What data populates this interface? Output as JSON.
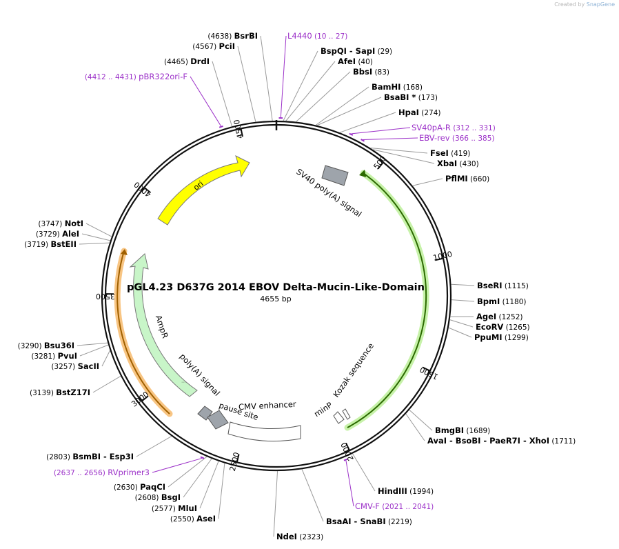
{
  "branding": {
    "created_by": "Created by",
    "app": "SnapGene"
  },
  "plasmid": {
    "name": "pGL4.23 D637G 2014 EBOV Delta-Mucin-Like-Domain",
    "length_label": "4655 bp",
    "length": 4655
  },
  "ruler_labels": [
    {
      "pos": 500,
      "text": "500"
    },
    {
      "pos": 1000,
      "text": "1000"
    },
    {
      "pos": 1500,
      "text": "1500"
    },
    {
      "pos": 2000,
      "text": "2000"
    },
    {
      "pos": 2500,
      "text": "2500"
    },
    {
      "pos": 3000,
      "text": "3000"
    },
    {
      "pos": 3500,
      "text": "3500"
    },
    {
      "pos": 4000,
      "text": "4000"
    },
    {
      "pos": 4500,
      "text": "4500"
    }
  ],
  "sites": [
    {
      "name": "BsrBI",
      "pos": "(4638)",
      "bp": 4638
    },
    {
      "name": "PciI",
      "pos": "(4567)",
      "bp": 4567
    },
    {
      "name": "DrdI",
      "pos": "(4465)",
      "bp": 4465
    },
    {
      "name": "BspQI - SapI",
      "pos": "(29)",
      "bp": 29
    },
    {
      "name": "AfeI",
      "pos": "(40)",
      "bp": 40
    },
    {
      "name": "BbsI",
      "pos": "(83)",
      "bp": 83
    },
    {
      "name": "BamHI",
      "pos": "(168)",
      "bp": 168
    },
    {
      "name": "BsaBI *",
      "pos": "(173)",
      "bp": 173
    },
    {
      "name": "HpaI",
      "pos": "(274)",
      "bp": 274
    },
    {
      "name": "FseI",
      "pos": "(419)",
      "bp": 419
    },
    {
      "name": "XbaI",
      "pos": "(430)",
      "bp": 430
    },
    {
      "name": "PflMI",
      "pos": "(660)",
      "bp": 660
    },
    {
      "name": "BseRI",
      "pos": "(1115)",
      "bp": 1115
    },
    {
      "name": "BpmI",
      "pos": "(1180)",
      "bp": 1180
    },
    {
      "name": "AgeI",
      "pos": "(1252)",
      "bp": 1252
    },
    {
      "name": "EcoRV",
      "pos": "(1265)",
      "bp": 1265
    },
    {
      "name": "PpuMI",
      "pos": "(1299)",
      "bp": 1299
    },
    {
      "name": "BmgBI",
      "pos": "(1689)",
      "bp": 1689
    },
    {
      "name": "AvaI - BsoBI - PaeR7I - XhoI",
      "pos": "(1711)",
      "bp": 1711
    },
    {
      "name": "HindIII",
      "pos": "(1994)",
      "bp": 1994
    },
    {
      "name": "BsaAI - SnaBI",
      "pos": "(2219)",
      "bp": 2219
    },
    {
      "name": "NdeI",
      "pos": "(2323)",
      "bp": 2323
    },
    {
      "name": "AseI",
      "pos": "(2550)",
      "bp": 2550
    },
    {
      "name": "MluI",
      "pos": "(2577)",
      "bp": 2577
    },
    {
      "name": "BsgI",
      "pos": "(2608)",
      "bp": 2608
    },
    {
      "name": "PaqCI",
      "pos": "(2630)",
      "bp": 2630
    },
    {
      "name": "BsmBI - Esp3I",
      "pos": "(2803)",
      "bp": 2803
    },
    {
      "name": "BstZ17I",
      "pos": "(3139)",
      "bp": 3139
    },
    {
      "name": "SacII",
      "pos": "(3257)",
      "bp": 3257
    },
    {
      "name": "PvuI",
      "pos": "(3281)",
      "bp": 3281
    },
    {
      "name": "Bsu36I",
      "pos": "(3290)",
      "bp": 3290
    },
    {
      "name": "BstEII",
      "pos": "(3719)",
      "bp": 3719
    },
    {
      "name": "AleI",
      "pos": "(3729)",
      "bp": 3729
    },
    {
      "name": "NotI",
      "pos": "(3747)",
      "bp": 3747
    }
  ],
  "primers": [
    {
      "name": "L4440",
      "range": "(10 .. 27)",
      "bp": 18
    },
    {
      "name": "SV40pA-R",
      "range": "(312 .. 331)",
      "bp": 321
    },
    {
      "name": "EBV-rev",
      "range": "(366 .. 385)",
      "bp": 375
    },
    {
      "name": "CMV-F",
      "range": "(2021 .. 2041)",
      "bp": 2031
    },
    {
      "name": "RVprimer3",
      "range": "(2637 .. 2656)",
      "bp": 2646
    },
    {
      "name": "pBR322ori-F",
      "range": "(4412 .. 4431)",
      "bp": 4421
    }
  ],
  "features": [
    {
      "name": "SV40 poly(A) signal",
      "type": "polyA",
      "color": "#9ea4ab"
    },
    {
      "name": "Kozak sequence",
      "type": "misc",
      "color": "#ffffff"
    },
    {
      "name": "minP",
      "type": "promoter",
      "color": "#ffffff"
    },
    {
      "name": "CMV enhancer",
      "type": "enhancer",
      "color": "#ffffff"
    },
    {
      "name": "pause site",
      "type": "misc",
      "color": "#9ea4ab"
    },
    {
      "name": "poly(A) signal",
      "type": "polyA",
      "color": "#9ea4ab"
    },
    {
      "name": "AmpR",
      "type": "cds",
      "color": "#c8f5c8"
    },
    {
      "name": "ori",
      "type": "rep_origin",
      "color": "#ffff00"
    }
  ],
  "colors": {
    "enzyme": "#000000",
    "primer": "#9b30c8",
    "backbone": "#111111",
    "gene_orange": "#f5b25a",
    "gene_green": "#3d8a00"
  }
}
